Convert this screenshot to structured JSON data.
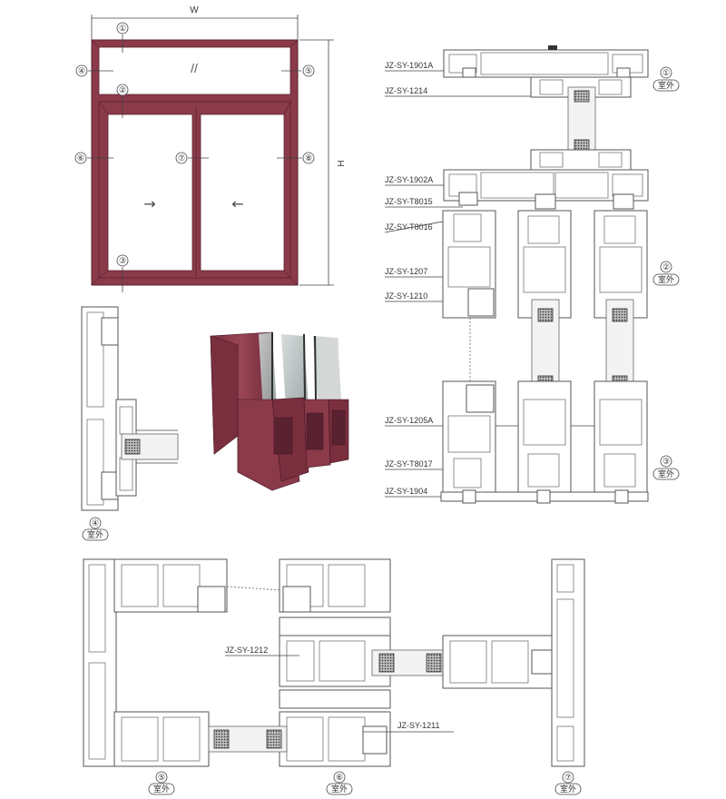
{
  "colors": {
    "frame": "#8b3a4a",
    "frame_dark": "#6e2c39",
    "section_line": "#555555",
    "text": "#333333"
  },
  "elevation": {
    "width_label": "W",
    "height_label": "H",
    "callouts": [
      "①",
      "②",
      "③",
      "④",
      "⑤",
      "⑥",
      "⑦",
      "⑧"
    ],
    "glass_mark": "//",
    "arrow_left_sash": "→",
    "arrow_right_sash": "←"
  },
  "section_vertical": {
    "labels": [
      "JZ-SY-1901A",
      "JZ-SY-1214",
      "JZ-SY-1902A",
      "JZ-SY-T8015",
      "JZ-SY-T8016",
      "JZ-SY-1207",
      "JZ-SY-1210",
      "JZ-SY-1205A",
      "JZ-SY-T8017",
      "JZ-SY-1904"
    ],
    "marks": [
      {
        "num": "①",
        "text": "室外"
      },
      {
        "num": "②",
        "text": "室外"
      },
      {
        "num": "③",
        "text": "室外"
      }
    ]
  },
  "section_jamb": {
    "mark": {
      "num": "④",
      "text": "室外"
    }
  },
  "section_horizontal": {
    "labels": [
      "JZ-SY-1212",
      "JZ-SY-1211"
    ],
    "marks": [
      {
        "num": "⑤",
        "text": "室外"
      },
      {
        "num": "⑥",
        "text": "室外"
      },
      {
        "num": "⑦",
        "text": "室外"
      }
    ]
  }
}
